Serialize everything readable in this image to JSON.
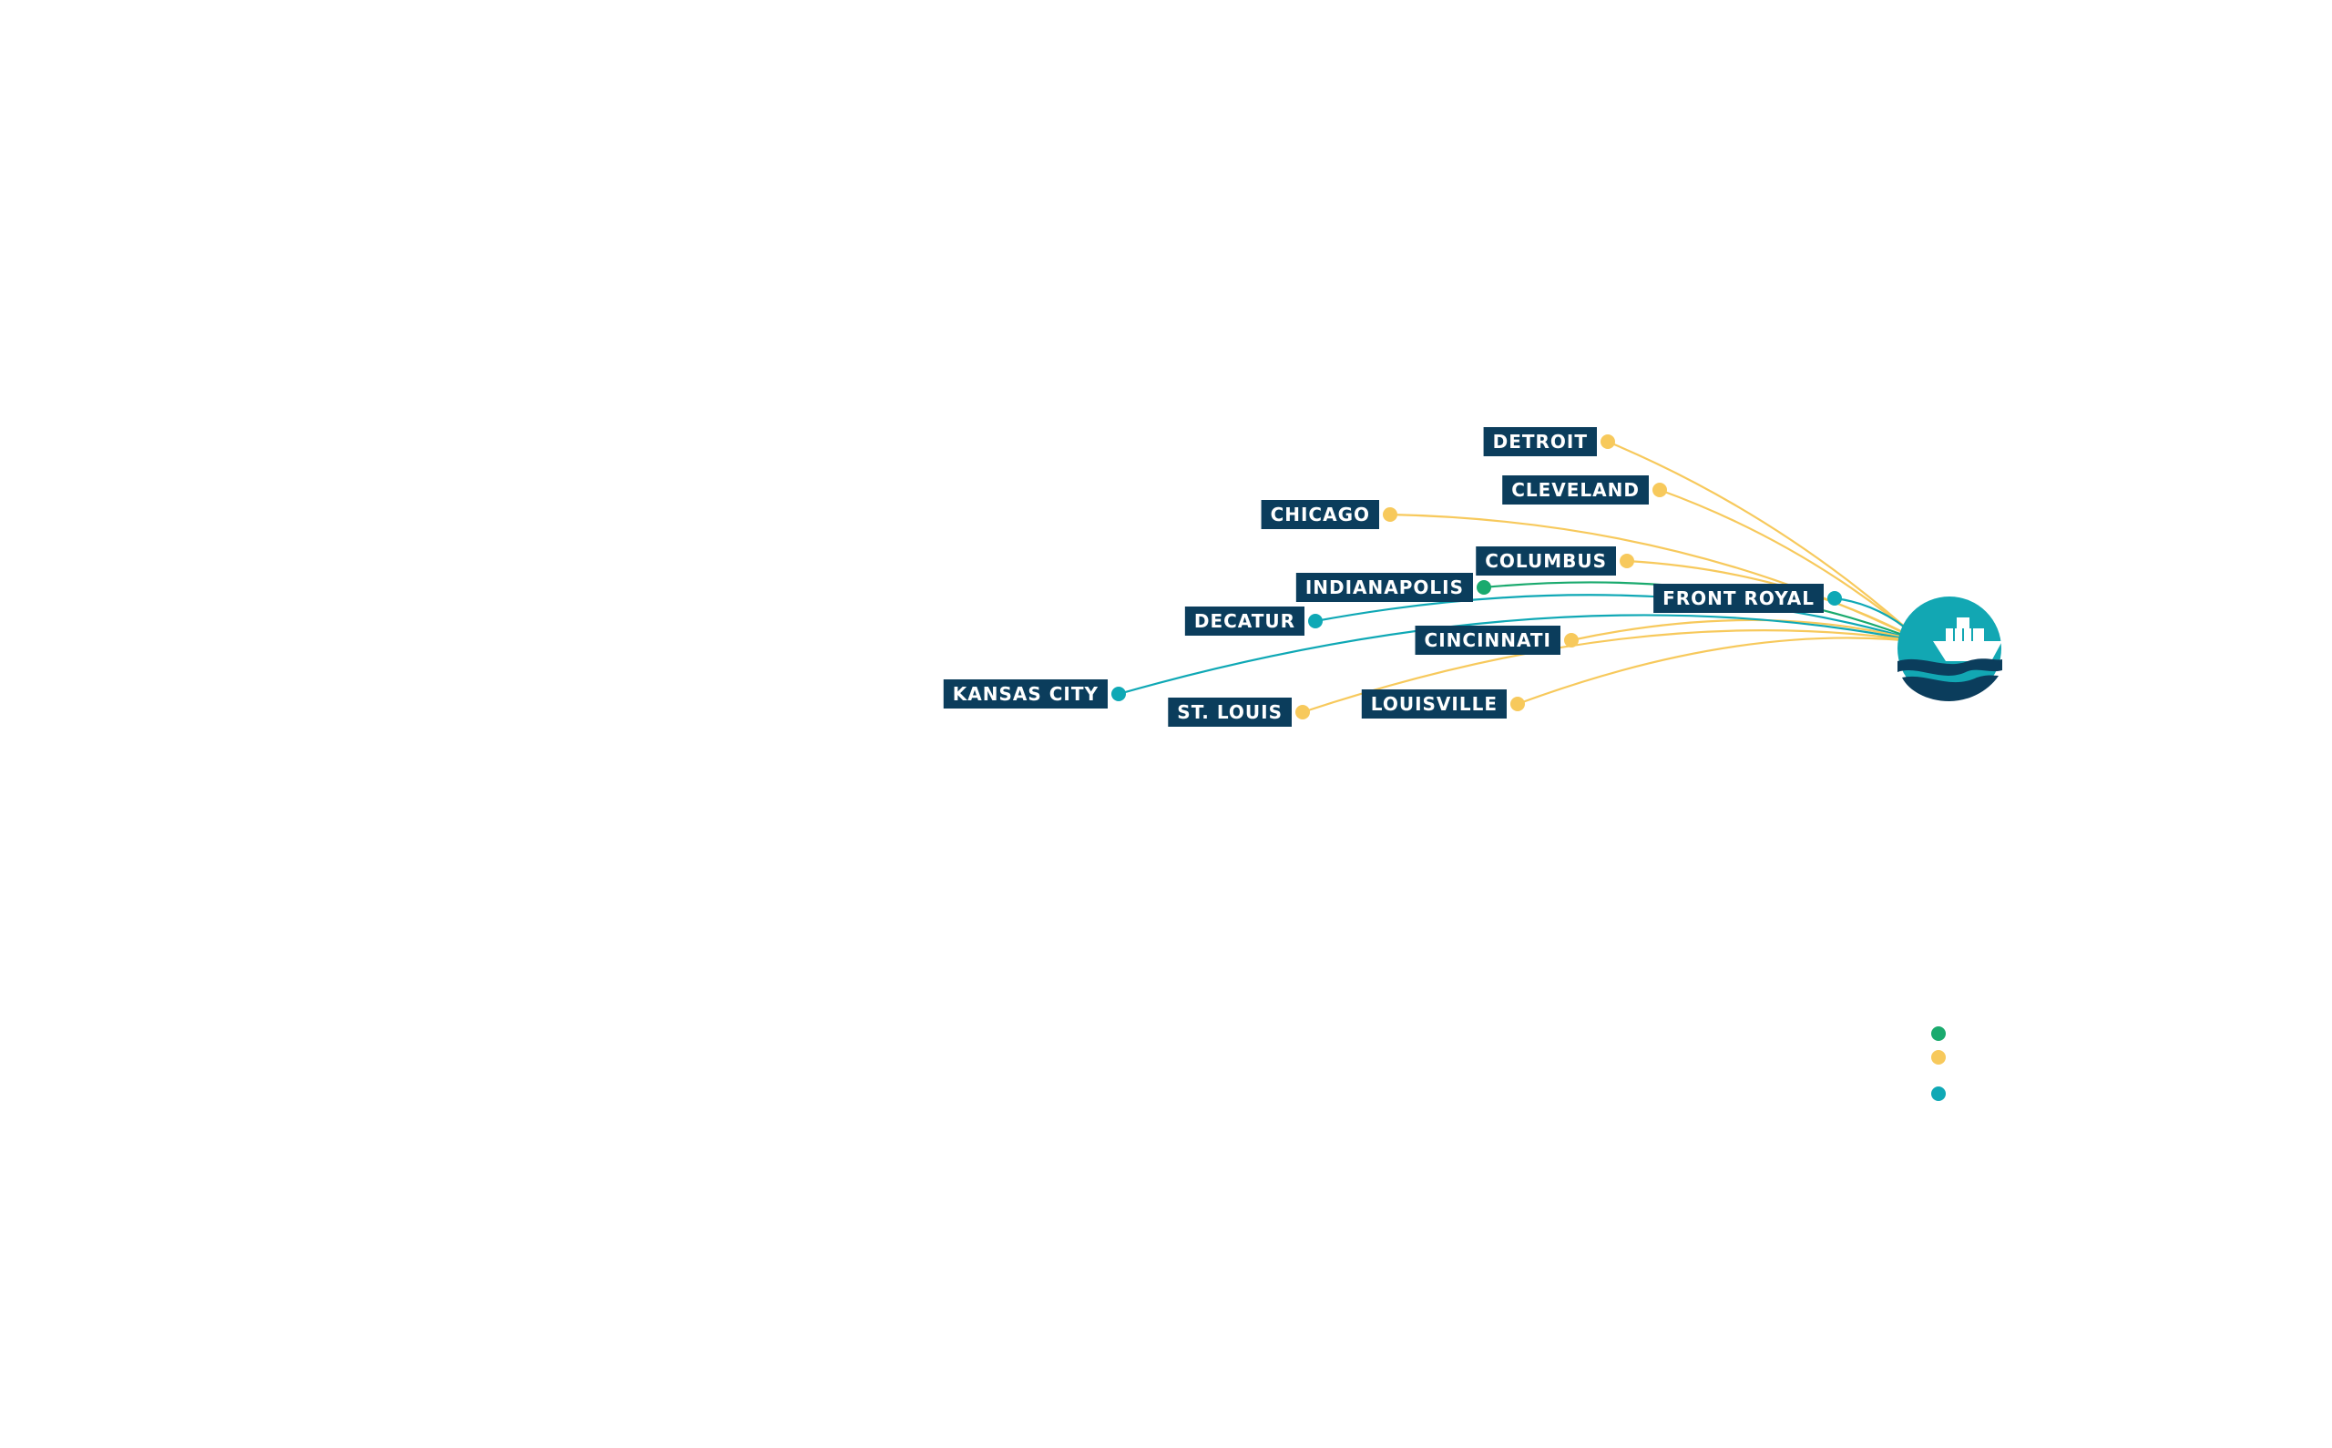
{
  "colors": {
    "label_bg": "#0b3d5c",
    "label_text": "#ffffff",
    "rail": "#1aaa6e",
    "truck": "#f7c95c",
    "port": "#0fa8b5",
    "hub_teal": "#12a7b3",
    "hub_navy": "#0b3d5c"
  },
  "hub": {
    "icon": "port-ship-icon"
  },
  "cities": [
    {
      "id": "detroit",
      "name": "DETROIT",
      "mode": "truck"
    },
    {
      "id": "cleveland",
      "name": "CLEVELAND",
      "mode": "truck"
    },
    {
      "id": "chicago",
      "name": "CHICAGO",
      "mode": "truck"
    },
    {
      "id": "columbus",
      "name": "COLUMBUS",
      "mode": "truck"
    },
    {
      "id": "indianapolis",
      "name": "INDIANAPOLIS",
      "mode": "rail"
    },
    {
      "id": "front-royal",
      "name": "FRONT ROYAL",
      "mode": "port"
    },
    {
      "id": "decatur",
      "name": "DECATUR",
      "mode": "port"
    },
    {
      "id": "cincinnati",
      "name": "CINCINNATI",
      "mode": "truck"
    },
    {
      "id": "kansas-city",
      "name": "KANSAS CITY",
      "mode": "port"
    },
    {
      "id": "st-louis",
      "name": "ST. LOUIS",
      "mode": "truck"
    },
    {
      "id": "louisville",
      "name": "LOUISVILLE",
      "mode": "truck"
    }
  ],
  "legend": [
    {
      "mode": "rail"
    },
    {
      "mode": "truck"
    },
    {
      "mode": "port"
    }
  ]
}
